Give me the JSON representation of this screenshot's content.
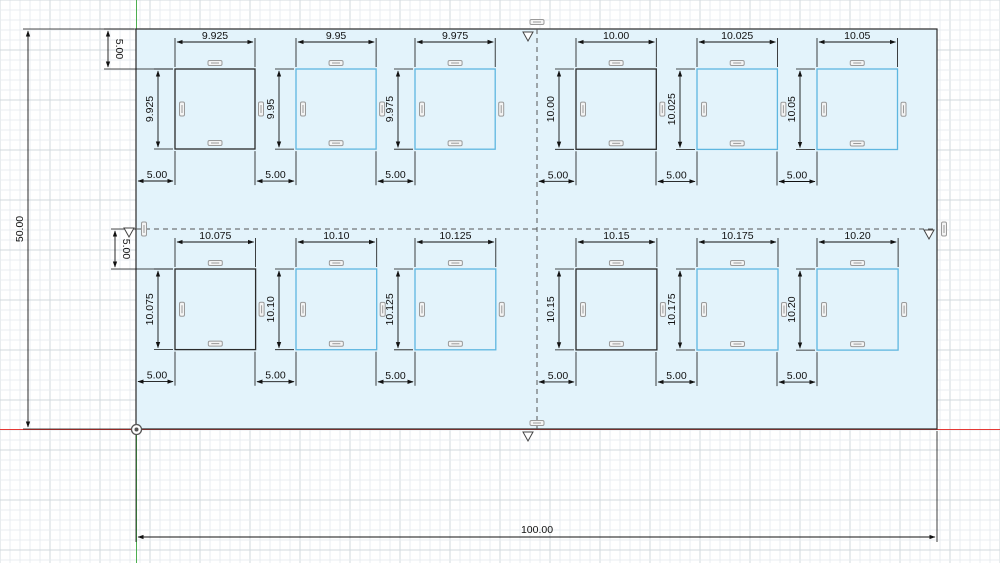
{
  "sketch": {
    "overall": {
      "width_label": "100.00",
      "height_label": "50.00"
    },
    "rows": [
      {
        "offset_label": "5.00",
        "squares": [
          {
            "width": "9.925",
            "height": "9.925",
            "gap": "5.00",
            "highlighted": false
          },
          {
            "width": "9.95",
            "height": "9.95",
            "gap": "5.00",
            "highlighted": true
          },
          {
            "width": "9.975",
            "height": "9.975",
            "gap": "5.00",
            "highlighted": true
          },
          {
            "width": "10.00",
            "height": "10.00",
            "gap": "5.00",
            "highlighted": false
          },
          {
            "width": "10.025",
            "height": "10.025",
            "gap": "5.00",
            "highlighted": true
          },
          {
            "width": "10.05",
            "height": "10.05",
            "gap": "5.00",
            "highlighted": true
          }
        ]
      },
      {
        "offset_label": "5.00",
        "squares": [
          {
            "width": "10.075",
            "height": "10.075",
            "gap": "5.00",
            "highlighted": false
          },
          {
            "width": "10.10",
            "height": "10.10",
            "gap": "5.00",
            "highlighted": true
          },
          {
            "width": "10.125",
            "height": "10.125",
            "gap": "5.00",
            "highlighted": true
          },
          {
            "width": "10.15",
            "height": "10.15",
            "gap": "5.00",
            "highlighted": false
          },
          {
            "width": "10.175",
            "height": "10.175",
            "gap": "5.00",
            "highlighted": true
          },
          {
            "width": "10.20",
            "height": "10.20",
            "gap": "5.00",
            "highlighted": true
          }
        ]
      }
    ],
    "colors": {
      "background": "#ffffff",
      "grid_minor": "#e8ecf0",
      "grid_major": "#d2d8de",
      "profile_fill": "#e3f3fb",
      "line": "#2a2a2a",
      "highlight_line": "#5eb6e0",
      "x_axis": "#e53935",
      "y_axis": "#4caf50",
      "constraint_icon": "#9a9a9a"
    }
  }
}
